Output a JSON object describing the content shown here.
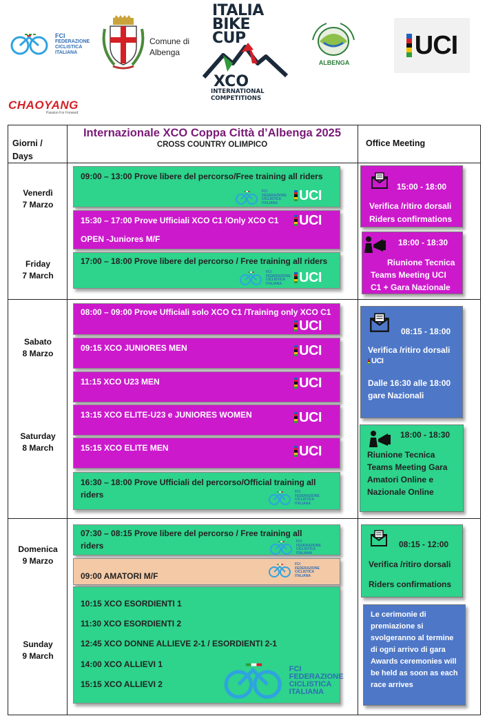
{
  "header": {
    "fci_short": "FCI",
    "fci_lines": [
      "FEDERAZIONE",
      "CICLISTICA",
      "ITALIANA"
    ],
    "comune_line1": "Comune di",
    "comune_line2": "Albenga",
    "ibc_line1": "ITALIA",
    "ibc_line2": "BIKE",
    "ibc_line3": "CUP",
    "xco": "XCO",
    "xco_sub1": "INTERNATIONAL",
    "xco_sub2": "COMPETITIONS",
    "albenga_round": "ALBENGA",
    "uci": "UCI",
    "chaoyang": "CHAOYANG",
    "chaoyang_tagline": "Passion For Forward"
  },
  "table": {
    "col_days_line1": "Giorni /",
    "col_days_line2": "Days",
    "title": "Internazionale XCO Coppa Città d’Albenga 2025",
    "subtitle": "CROSS COUNTRY OLIMPICO",
    "col_office": "Office Meeting"
  },
  "days": {
    "fri_it_1": "Venerdì",
    "fri_it_2": "7 Marzo",
    "fri_en_1": "Friday",
    "fri_en_2": "7 March",
    "sat_it_1": "Sabato",
    "sat_it_2": "8 Marzo",
    "sat_en_1": "Saturday",
    "sat_en_2": "8 March",
    "sun_it_1": "Domenica",
    "sun_it_2": "9 Marzo",
    "sun_en_1": "Sunday",
    "sun_en_2": "9 March"
  },
  "events": {
    "fri1": "09:00 – 13:00 Prove libere del percorso/Free training all riders",
    "fri2a": "15:30 – 17:00 Prove Ufficiali XCO C1 /Only XCO C1",
    "fri2b": "OPEN -Juniores    M/F",
    "fri3": "17:00 – 18:00 Prove libere del percorso / Free training all riders",
    "sat1": "08:00 – 09:00 Prove Ufficiali solo XCO C1 /Training only XCO C1",
    "sat2": "09:15   XCO JUNIORES MEN",
    "sat3": "11:15   XCO U23 MEN",
    "sat4": "13:15   XCO ELITE-U23 e JUNIORES WOMEN",
    "sat5": "15:15   XCO ELITE MEN",
    "sat6a": "16:30 – 18:00 Prove Ufficiali del percorso/Official training all",
    "sat6b": "riders",
    "sun1a": "07:30 – 08:15 Prove libere del percorso / Free training all",
    "sun1b": "riders",
    "sun2": "09:00   AMATORI M/F",
    "sun3": "10:15  XCO ESORDIENTI 1",
    "sun4": "11:30  XCO ESORDIENTI 2",
    "sun5": "12:45  XCO DONNE ALLIEVE 2-1 / ESORDIENTI 2-1",
    "sun6": "14:00  XCO ALLIEVI 1",
    "sun7": "15:15  XCO ALLIEVI 2"
  },
  "office": {
    "f1_time": "15:00 - 18:00",
    "f1_l1": "Verifica /ritiro dorsali",
    "f1_l2": "Riders confirmations",
    "f2_time": "18:00 - 18:30",
    "f2_l1": "Riunione Tecnica",
    "f2_l2": "Teams Meeting UCI",
    "f2_l3": "C1 + Gara Nazionale",
    "s1_time": "08:15  - 18:00",
    "s1_l1": "Verifica /ritiro dorsali",
    "s1_l3": "Dalle 16:30 alle 18:00",
    "s1_l4": "gare Nazionali",
    "s2_time": "18:00 - 18:30",
    "s2_l1": "Riunione Tecnica",
    "s2_l2": "Teams Meeting Gara",
    "s2_l3": "Amatori Online  e",
    "s2_l4": "Nazionale Online",
    "u1_time": "08:15 - 12:00",
    "u1_l1": "Verifica /ritiro dorsali",
    "u1_l2": "Riders confirmations",
    "u2_l1": "Le cerimonie di",
    "u2_l2": "premiazione si",
    "u2_l3": "svolgeranno al termine",
    "u2_l4": "di ogni arrivo di gara",
    "u2_l5": "Awards ceremonies will",
    "u2_l6": "be held as soon as each",
    "u2_l7": "race arrives"
  },
  "colors": {
    "green": "#2ed38c",
    "magenta": "#cc19cc",
    "peach": "#f4c9a6",
    "blue": "#4e77c7",
    "title_purple": "#7a1a78",
    "fci_blue": "#2f6db5",
    "chaoyang_red": "#d42027"
  }
}
